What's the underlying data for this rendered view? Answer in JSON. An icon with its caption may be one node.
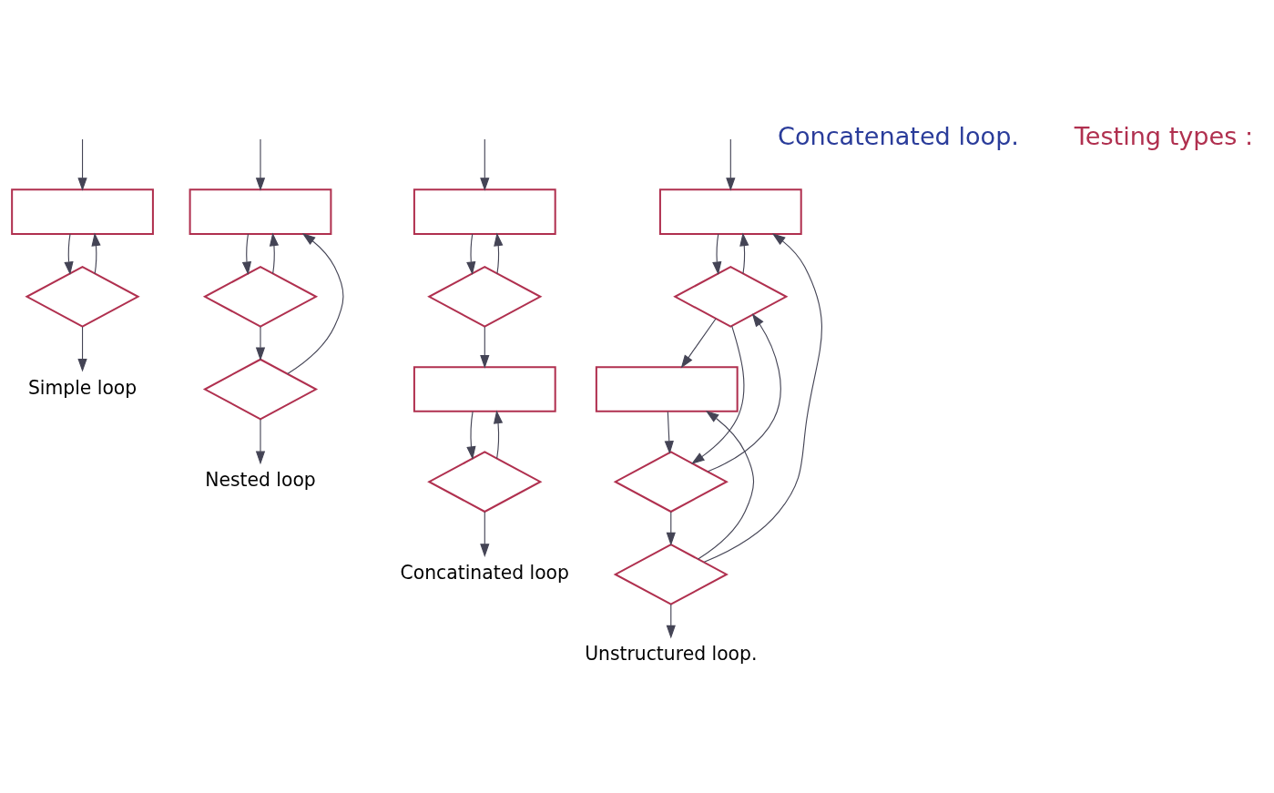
{
  "diagram": {
    "nodes": [
      {
        "text": [],
        "shape": "box"
      },
      {
        "text": [],
        "shape": "diamond"
      },
      {
        "text": [
          "Simple loop"
        ]
      },
      {
        "text": [],
        "shape": "box"
      },
      {
        "text": [],
        "shape": "diamond"
      },
      {
        "text": [],
        "shape": "diamond"
      },
      {
        "text": [
          "Nested loop"
        ]
      },
      {
        "text": [],
        "shape": "box"
      },
      {
        "text": [],
        "shape": "diamond"
      },
      {
        "text": [],
        "shape": "box"
      },
      {
        "text": [],
        "shape": "diamond"
      },
      {
        "text": [
          "Concatinated loop"
        ]
      },
      {
        "text": [],
        "shape": "box"
      },
      {
        "text": [],
        "shape": "diamond"
      },
      {
        "text": [],
        "shape": "box"
      },
      {
        "text": [],
        "shape": "diamond"
      },
      {
        "text": [],
        "shape": "diamond"
      },
      {
        "text": [
          "Unstructured loop."
        ]
      }
    ],
    "edges": [
      {
        "from": null,
        "to": 0,
        "arrow": "to"
      },
      {
        "from": 0,
        "to": 1,
        "arrow": "to"
      },
      {
        "from": 1,
        "to": 2,
        "arrow": "to"
      },
      {
        "from": 1,
        "to": 0,
        "arrow": "to"
      },
      {
        "from": null,
        "to": 3,
        "arrow": "to"
      },
      {
        "from": 3,
        "to": 4,
        "arrow": "to"
      },
      {
        "from": 4,
        "to": 5,
        "arrow": "to"
      },
      {
        "from": 5,
        "to": 6,
        "arrow": "to"
      },
      {
        "from": 4,
        "to": 3,
        "arrow": "to"
      },
      {
        "from": 5,
        "to": 3,
        "arrow": "to"
      },
      {
        "from": null,
        "to": 7,
        "arrow": "to"
      },
      {
        "from": 7,
        "to": 8,
        "arrow": "to"
      },
      {
        "from": 8,
        "to": 9,
        "arrow": "to"
      },
      {
        "from": 9,
        "to": 10,
        "arrow": "to"
      },
      {
        "from": 10,
        "to": 11,
        "arrow": "to"
      },
      {
        "from": 8,
        "to": 7,
        "arrow": "to"
      },
      {
        "from": 10,
        "to": 9,
        "arrow": "to"
      },
      {
        "from": null,
        "to": 12,
        "arrow": "to"
      },
      {
        "from": 12,
        "to": 13,
        "arrow": "to"
      },
      {
        "from": 13,
        "to": 14,
        "arrow": "to"
      },
      {
        "from": 14,
        "to": 15,
        "arrow": "to"
      },
      {
        "from": 15,
        "to": 16,
        "arrow": "to"
      },
      {
        "from": 16,
        "to": 17,
        "arrow": "to"
      },
      {
        "from": 13,
        "to": 12,
        "arrow": "to"
      },
      {
        "from": 16,
        "to": 12,
        "arrow": "to"
      },
      {
        "from": 15,
        "to": 13,
        "arrow": "to"
      },
      {
        "from": 13,
        "to": 15,
        "arrow": "to"
      },
      {
        "from": 16,
        "to": 14,
        "arrow": "to"
      }
    ],
    "labels": [
      "Concatenated loop.",
      "Testing types :"
    ]
  }
}
